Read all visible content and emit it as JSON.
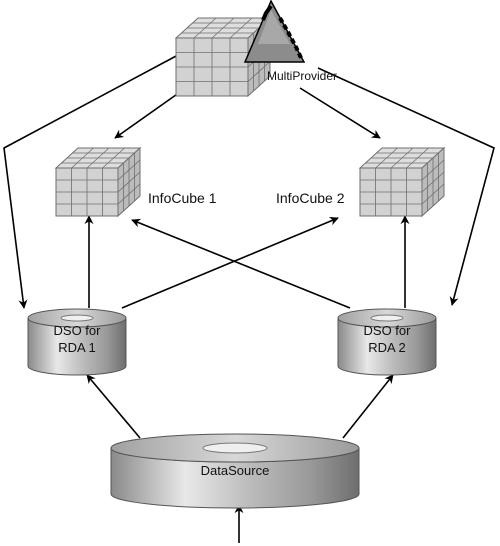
{
  "multiprovider": {
    "label": "MultiProvider"
  },
  "infocube_1": {
    "label": "InfoCube 1"
  },
  "infocube_2": {
    "label": "InfoCube 2"
  },
  "dso_rda_1": {
    "line1": "DSO for",
    "line2": "RDA 1"
  },
  "dso_rda_2": {
    "line1": "DSO for",
    "line2": "RDA 2"
  },
  "datasource": {
    "label": "DataSource"
  },
  "colors": {
    "cube_face": "#d2d2d2",
    "cube_grid": "#6f6f6f",
    "cylinder_light": "#e4e4e4",
    "cylinder_dark": "#7d7d7d",
    "arrow": "#000000"
  }
}
